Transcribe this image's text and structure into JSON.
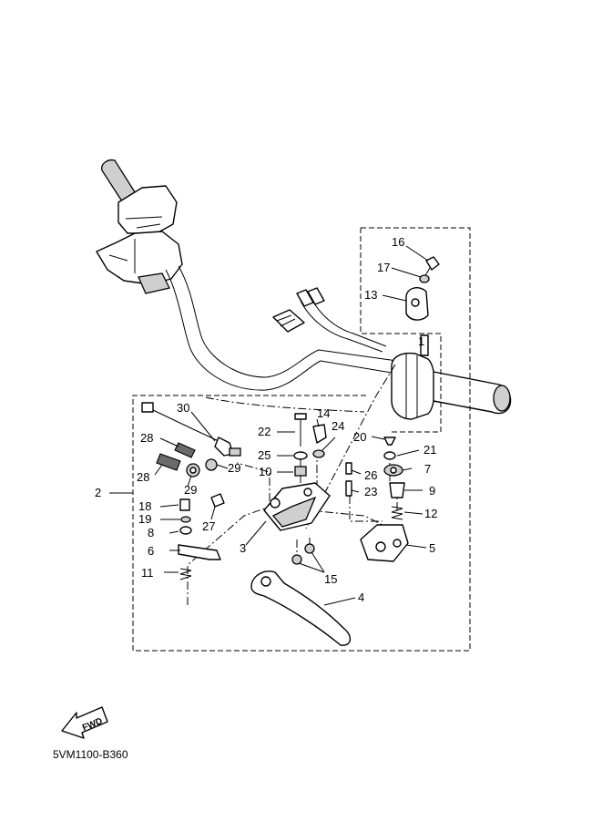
{
  "diagram_code": "5VM1100-B360",
  "fwd_label": "FWD",
  "callouts": [
    {
      "id": "c1",
      "label": "1"
    },
    {
      "id": "c2",
      "label": "2"
    },
    {
      "id": "c3",
      "label": "3"
    },
    {
      "id": "c4",
      "label": "4"
    },
    {
      "id": "c5",
      "label": "5"
    },
    {
      "id": "c6",
      "label": "6"
    },
    {
      "id": "c7",
      "label": "7"
    },
    {
      "id": "c8",
      "label": "8"
    },
    {
      "id": "c9",
      "label": "9"
    },
    {
      "id": "c10",
      "label": "10"
    },
    {
      "id": "c11",
      "label": "11"
    },
    {
      "id": "c12",
      "label": "12"
    },
    {
      "id": "c13",
      "label": "13"
    },
    {
      "id": "c14",
      "label": "14"
    },
    {
      "id": "c15",
      "label": "15"
    },
    {
      "id": "c16",
      "label": "16"
    },
    {
      "id": "c17",
      "label": "17"
    },
    {
      "id": "c18",
      "label": "18"
    },
    {
      "id": "c19",
      "label": "19"
    },
    {
      "id": "c20",
      "label": "20"
    },
    {
      "id": "c21",
      "label": "21"
    },
    {
      "id": "c22",
      "label": "22"
    },
    {
      "id": "c23",
      "label": "23"
    },
    {
      "id": "c24",
      "label": "24"
    },
    {
      "id": "c25",
      "label": "25"
    },
    {
      "id": "c26",
      "label": "26"
    },
    {
      "id": "c27",
      "label": "27"
    },
    {
      "id": "c28a",
      "label": "28"
    },
    {
      "id": "c28b",
      "label": "28"
    },
    {
      "id": "c29a",
      "label": "29"
    },
    {
      "id": "c29b",
      "label": "29"
    },
    {
      "id": "c30",
      "label": "30"
    }
  ]
}
